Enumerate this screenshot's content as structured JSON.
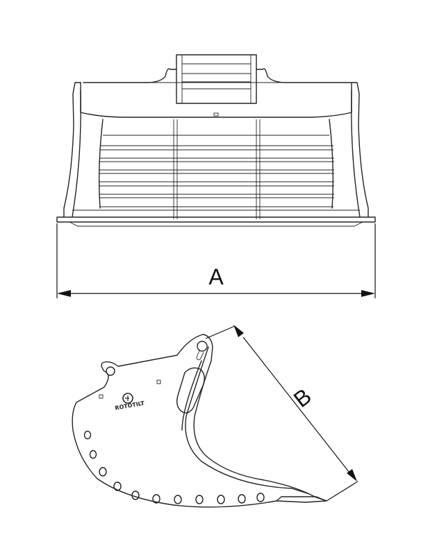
{
  "dimensions": {
    "width_label": "A",
    "height_label": "B"
  },
  "logo": {
    "text": "ROTOTILT"
  },
  "colors": {
    "stroke": "#222222",
    "background": "#ffffff"
  }
}
